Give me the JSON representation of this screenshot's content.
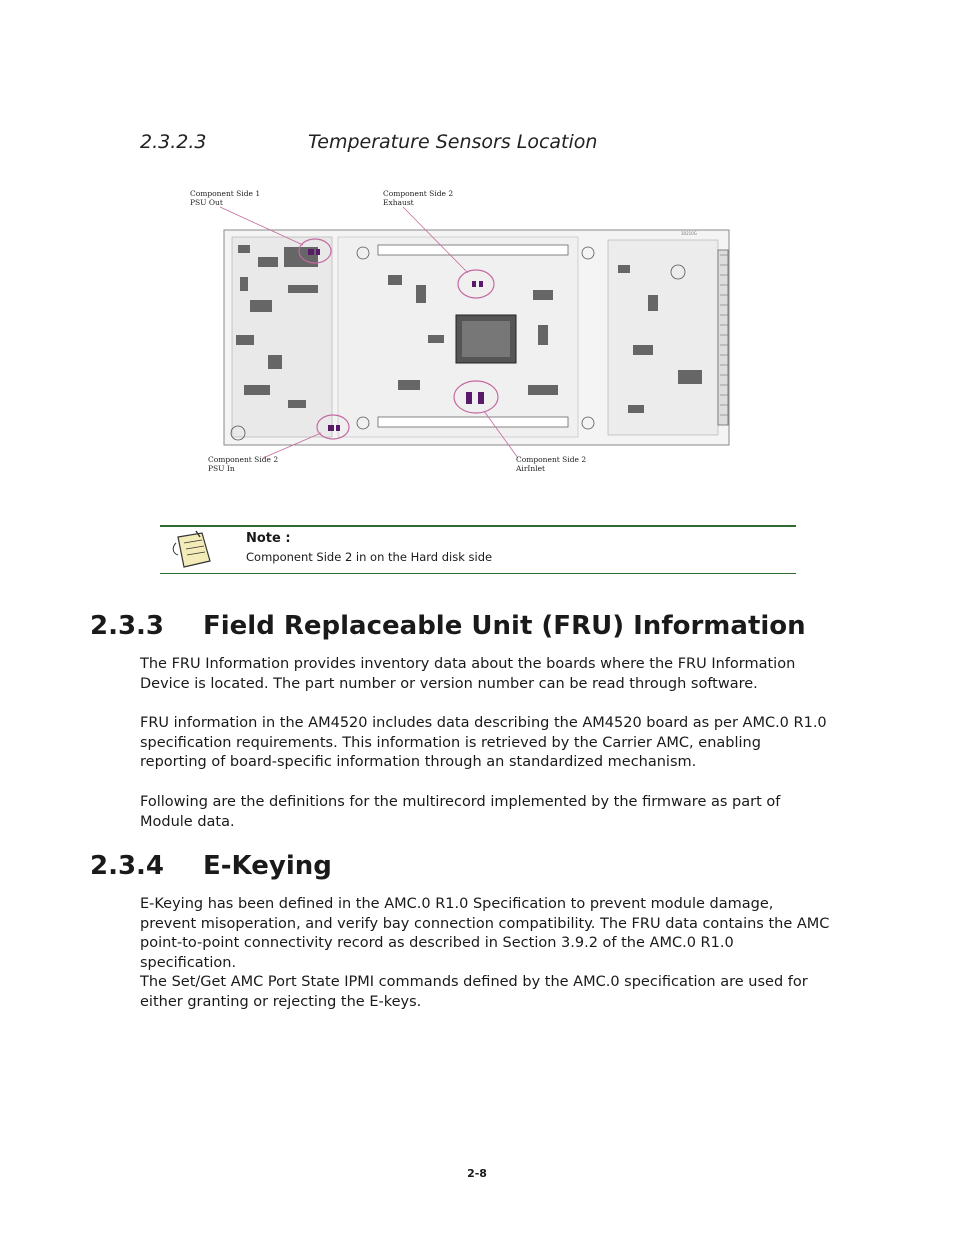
{
  "subsection": {
    "number": "2.3.2.3",
    "title": "Temperature Sensors Location"
  },
  "figure": {
    "callouts": [
      {
        "line1": "Component Side 1",
        "line2": "PSU Out"
      },
      {
        "line1": "Component Side 2",
        "line2": "Exhaust"
      },
      {
        "line1": "Component Side 2",
        "line2": "PSU In"
      },
      {
        "line1": "Component Side 2",
        "line2": "AirInlet"
      }
    ]
  },
  "note": {
    "title": "Note :",
    "text": "Component Side 2 in on the Hard disk side"
  },
  "section_fru": {
    "number": "2.3.3",
    "title": "Field Replaceable Unit (FRU) Information",
    "paragraphs": [
      "The FRU Information provides inventory data about the boards where the FRU Information Device is located. The part number or version number can be read through software.",
      "FRU information in the AM4520 includes data describing the AM4520 board as per AMC.0 R1.0 specification requirements. This information is retrieved by the Carrier AMC, enabling reporting of board-specific information through an standardized mechanism.",
      "Following are the definitions for the multirecord implemented by the firmware as part of Module data."
    ]
  },
  "section_ekeying": {
    "number": "2.3.4",
    "title": "E-Keying",
    "paragraphs": [
      "E-Keying has been defined in the AMC.0 R1.0 Specification to prevent module damage, prevent misoperation, and verify bay connection compatibility. The FRU data contains the AMC point-to-point connectivity record as described in Section 3.9.2 of the AMC.0 R1.0 specification.",
      "The Set/Get AMC Port State IPMI commands defined by the AMC.0 specification are used for either granting or rejecting the E-keys."
    ]
  },
  "footer": {
    "page": "2-8"
  }
}
